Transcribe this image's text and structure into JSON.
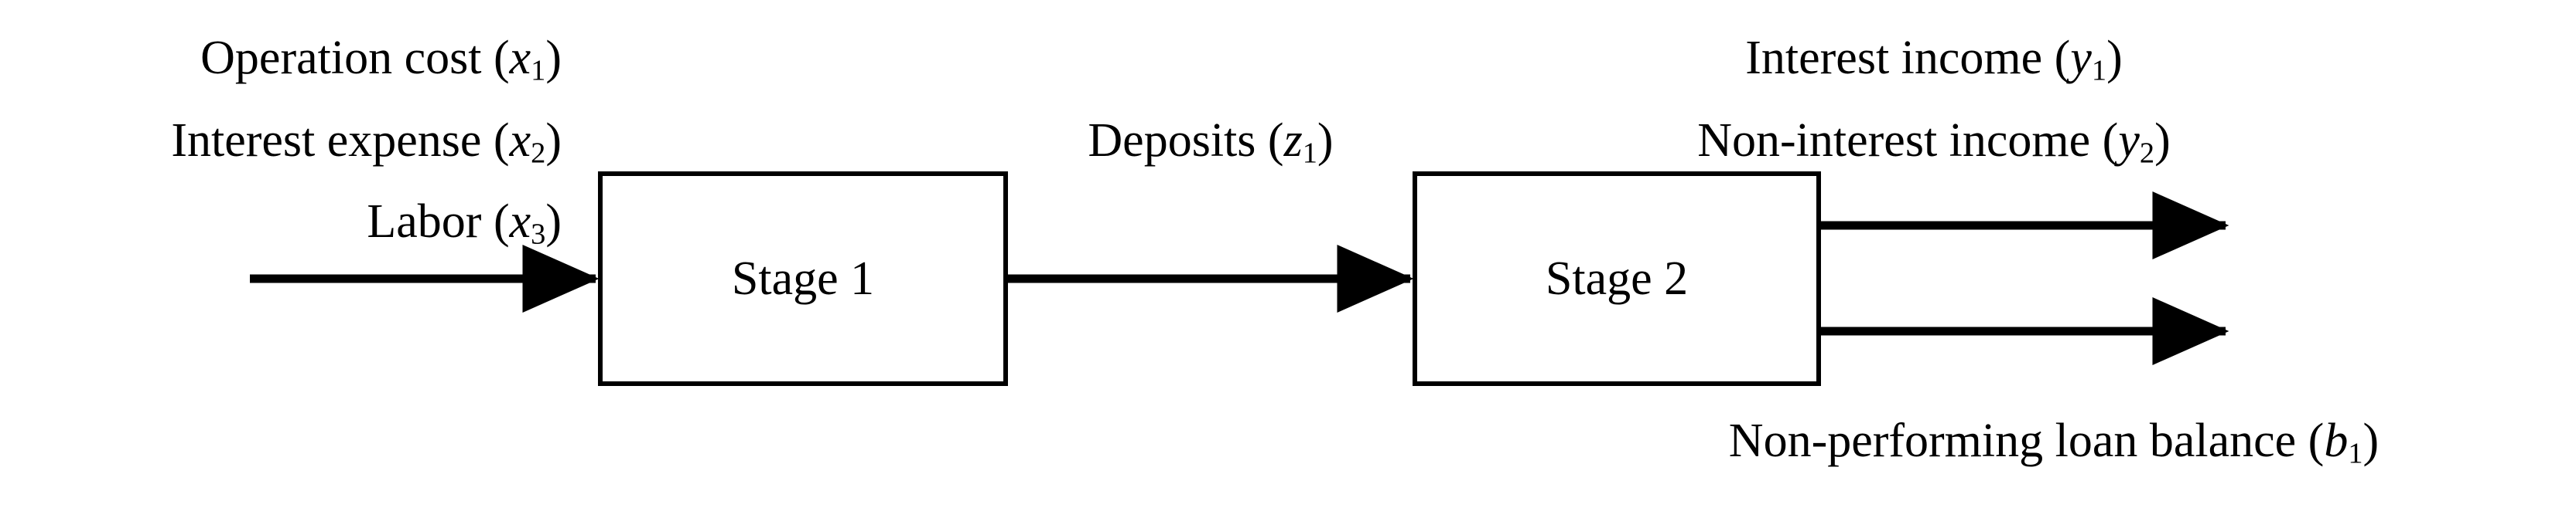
{
  "diagram": {
    "title_visible": false,
    "background_color": "#ffffff",
    "stroke_color": "#000000",
    "inputs": [
      {
        "text": "Operation cost (",
        "var": "x",
        "sub": "1",
        "tail": ")"
      },
      {
        "text": "Interest expense (",
        "var": "x",
        "sub": "2",
        "tail": ")"
      },
      {
        "text": "Labor (",
        "var": "x",
        "sub": "3",
        "tail": ")"
      }
    ],
    "intermediate": {
      "text": "Deposits (",
      "var": "z",
      "sub": "1",
      "tail": ")"
    },
    "outputs": [
      {
        "text": "Interest income (",
        "var": "y",
        "sub": "1",
        "tail": ")"
      },
      {
        "text": "Non-interest income (",
        "var": "y",
        "sub": "2",
        "tail": ")"
      }
    ],
    "undesirable": {
      "text": "Non-performing loan balance (",
      "var": "b",
      "sub": "1",
      "tail": ")"
    },
    "stages": [
      {
        "label": "Stage 1"
      },
      {
        "label": "Stage 2"
      }
    ]
  }
}
